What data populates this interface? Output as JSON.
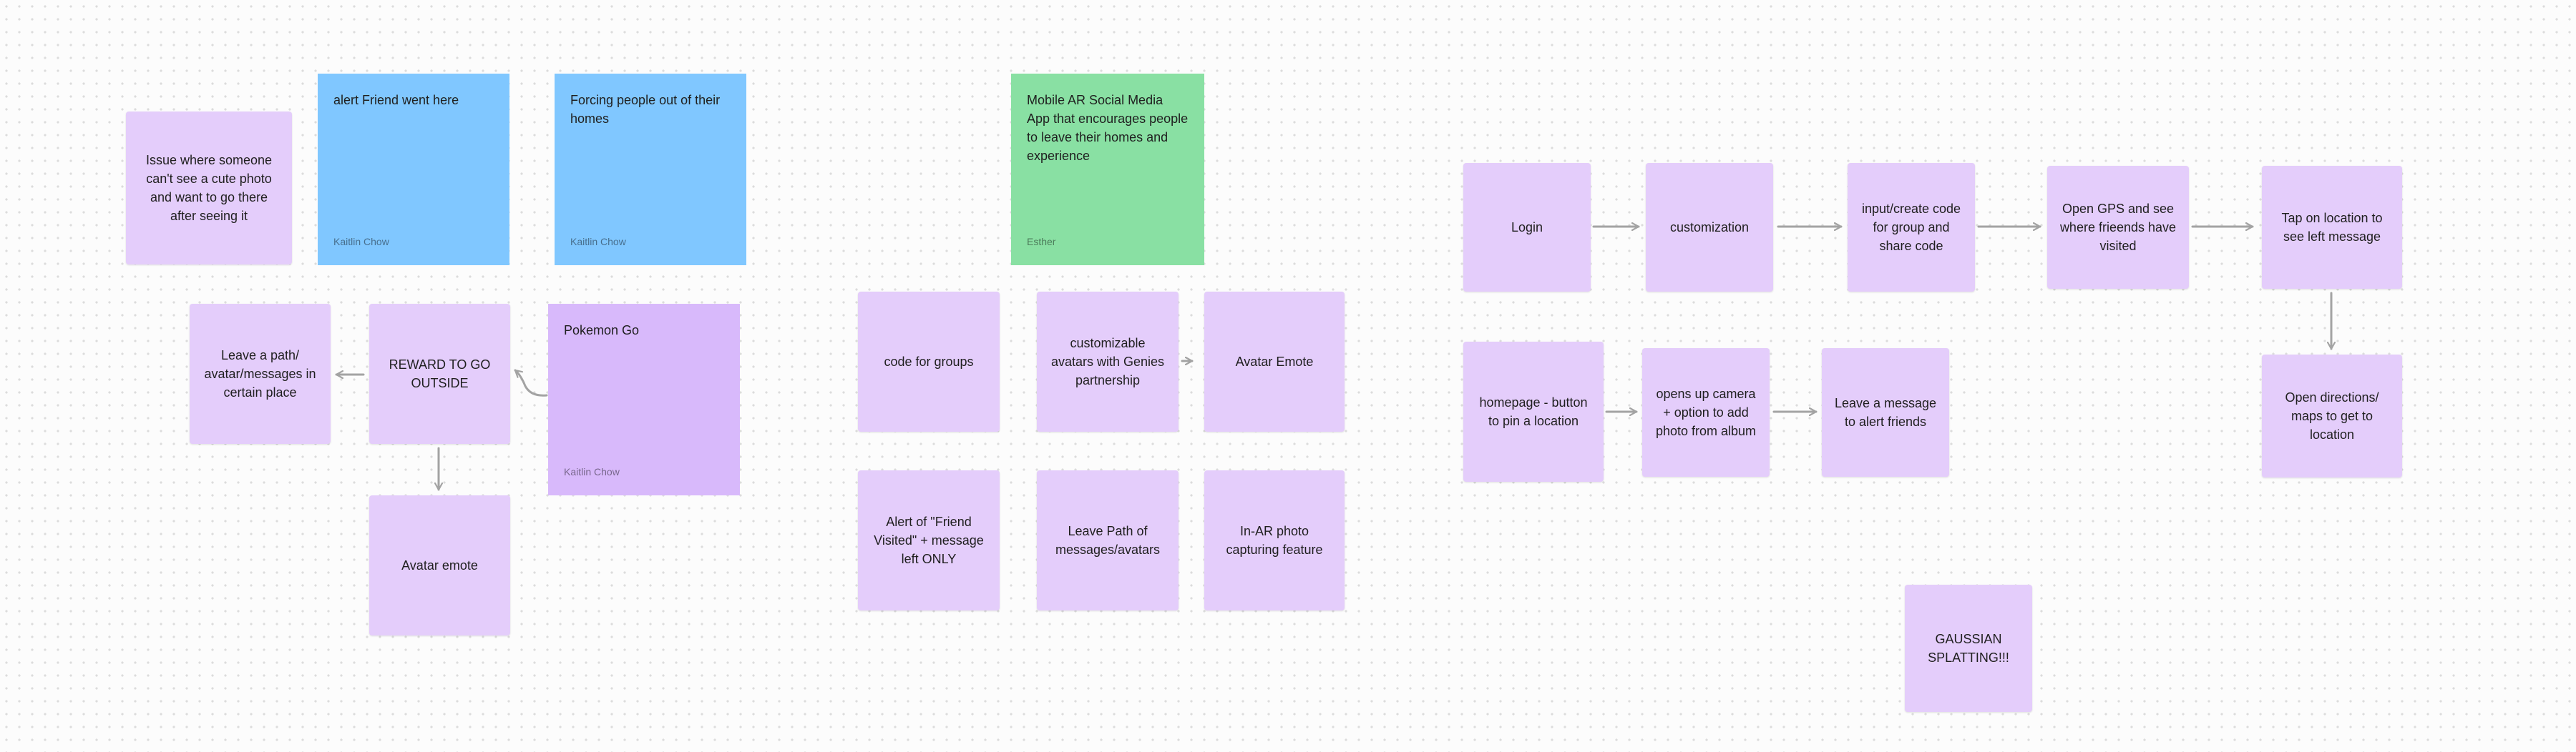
{
  "stickies": {
    "friend_alert": {
      "text": "alert Friend went here",
      "author": "Kaitlin Chow"
    },
    "forcing_out": {
      "text": "Forcing people out of their homes",
      "author": "Kaitlin Chow"
    },
    "app_concept": {
      "text": "Mobile AR Social Media App that encourages people to leave their homes and experience",
      "author": "Esther"
    },
    "pokemon_go": {
      "text": "Pokemon Go",
      "author": "Kaitlin Chow"
    }
  },
  "cards": {
    "cute_photo_issue": "Issue where someone can't see a cute photo and want to go there after seeing it",
    "leave_path": "Leave a path/ avatar/messages in certain place",
    "reward_outside": "REWARD TO GO OUTSIDE",
    "avatar_emote_left": "Avatar emote",
    "code_for_groups": "code for groups",
    "customizable_avatars": "customizable avatars with Genies partnership",
    "avatar_emote": "Avatar Emote",
    "friend_visited_alert": "Alert of \"Friend Visited\" + message left ONLY",
    "leave_path_messages": "Leave Path of messages/avatars",
    "in_ar_photo": "In-AR photo capturing feature",
    "login": "Login",
    "customization": "customization",
    "input_create_code": "input/create code for group and share code",
    "open_gps": "Open GPS and see where frieends have visited",
    "tap_location": "Tap on location to see left message",
    "open_directions": "Open directions/ maps to get to location",
    "homepage_pin": "homepage - button to pin a location",
    "opens_camera": "opens up camera + option to add photo from album",
    "leave_message": "Leave a message to alert friends",
    "gaussian_splatting": "GAUSSIAN SPLATTING!!!"
  },
  "colors": {
    "canvas": "#fcfcfc",
    "sticky_blue": "#80c7ff",
    "sticky_green": "#89e0a3",
    "sticky_violet": "#d8b9fb",
    "card_lavender": "#e4cdfb",
    "connector": "#a3a3a3"
  }
}
